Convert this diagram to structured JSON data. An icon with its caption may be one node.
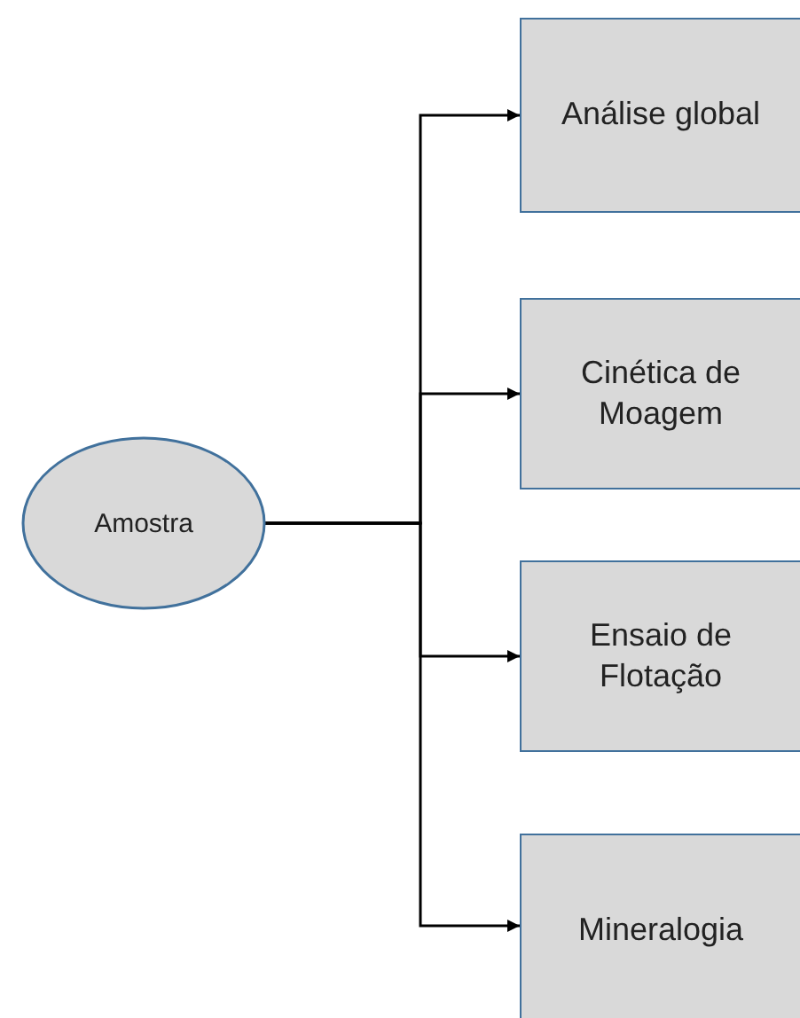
{
  "diagram": {
    "nodes": [
      {
        "text": [
          "Amostra"
        ]
      },
      {
        "text": [
          "Análise global"
        ]
      },
      {
        "text": [
          "Cinética de Moagem"
        ]
      },
      {
        "text": [
          "Ensaio de Flotação"
        ]
      },
      {
        "text": [
          "Mineralogia"
        ]
      }
    ],
    "edges": [
      {
        "from": 0,
        "to": 1,
        "arrow": "to"
      },
      {
        "from": 0,
        "to": 2,
        "arrow": "to"
      },
      {
        "from": 0,
        "to": 3,
        "arrow": "to"
      },
      {
        "from": 0,
        "to": 4,
        "arrow": "to"
      }
    ]
  }
}
